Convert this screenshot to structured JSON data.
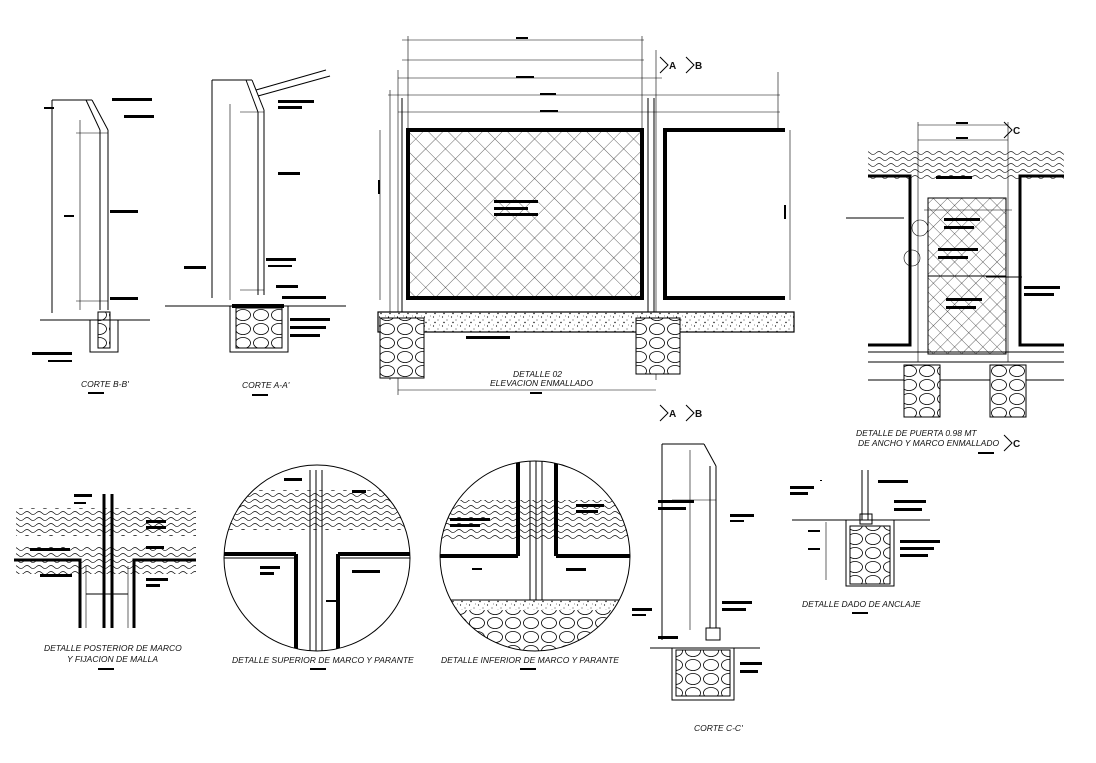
{
  "drawing": {
    "title_labels": {
      "corte_bb": "CORTE B-B'",
      "corte_aa": "CORTE A-A'",
      "detalle02_line1": "DETALLE 02",
      "detalle02_line2": "ELEVACION ENMALLADO",
      "puerta_line1": "DETALLE DE PUERTA 0.98 MT",
      "puerta_line2": "DE ANCHO Y MARCO ENMALLADO",
      "posterior_line1": "DETALLE POSTERIOR DE MARCO",
      "posterior_line2": "Y FIJACION DE MALLA",
      "superior": "DETALLE SUPERIOR DE MARCO Y PARANTE",
      "inferior": "DETALLE INFERIOR DE MARCO Y PARANTE",
      "corte_cc": "CORTE C-C'",
      "dado": "DETALLE DADO DE ANCLAJE"
    },
    "section_markers": {
      "a": "A",
      "b": "B",
      "c": "C"
    }
  }
}
